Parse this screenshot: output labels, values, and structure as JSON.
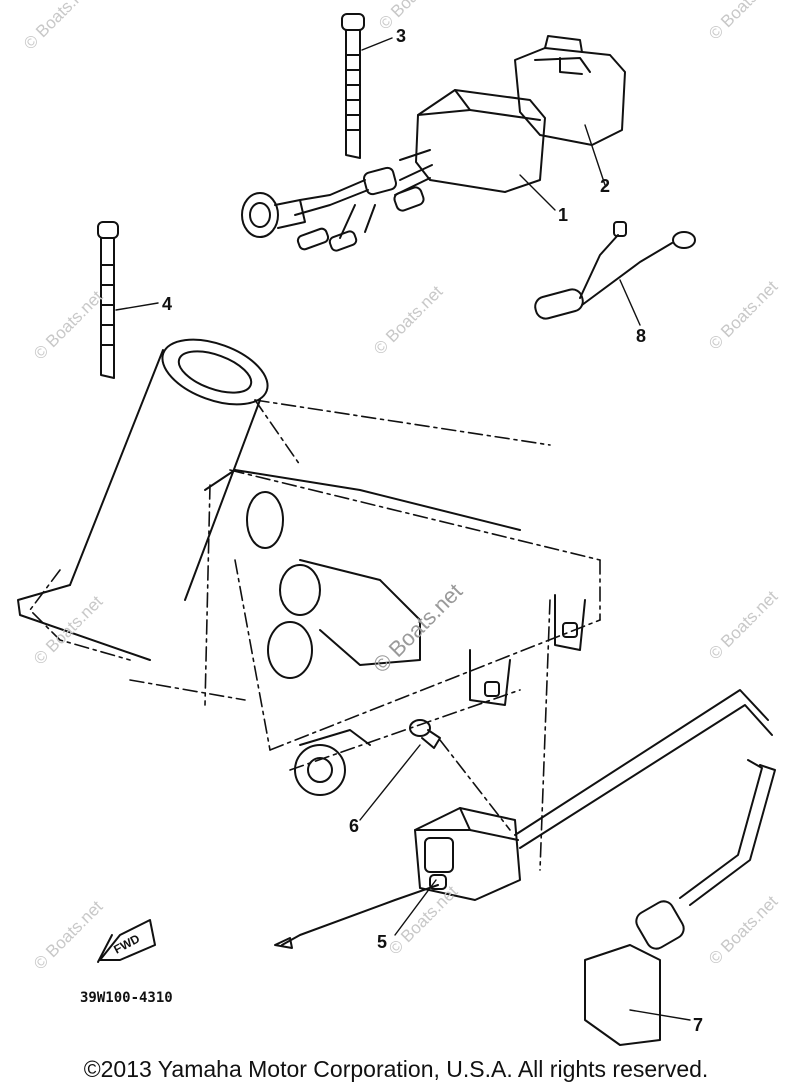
{
  "watermark": "© Boats.net",
  "part_labels": [
    "1",
    "2",
    "3",
    "4",
    "5",
    "6",
    "7",
    "8"
  ],
  "diagram_code": "39W100-4310",
  "fwd_label": "FWD",
  "copyright": "©2013 Yamaha Motor Corporation, U.S.A. All rights reserved."
}
